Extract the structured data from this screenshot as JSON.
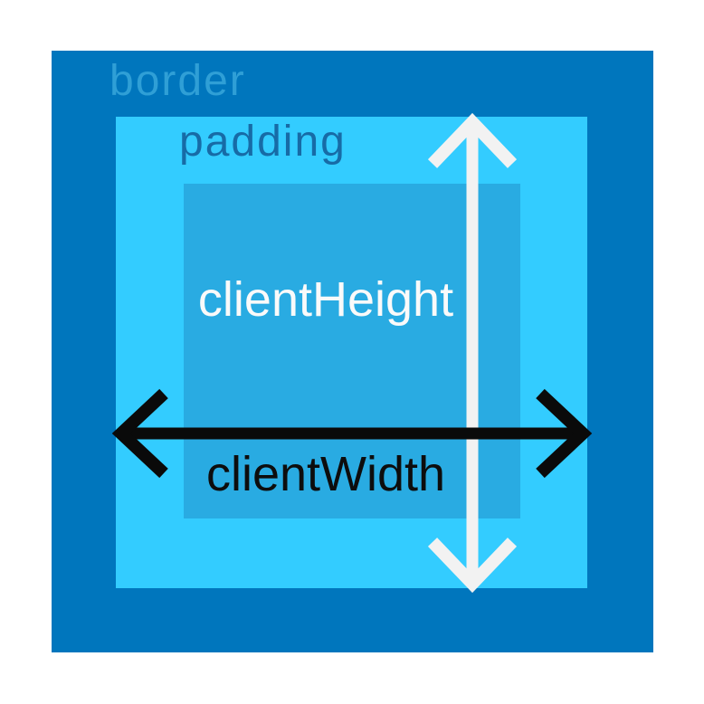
{
  "diagram": {
    "labels": {
      "border": "border",
      "padding": "padding",
      "client_height": "clientHeight",
      "client_width": "clientWidth"
    },
    "colors": {
      "page_bg": "#ffffff",
      "border_box": "#0076bd",
      "padding_box": "#33ccff",
      "content_box": "#29abe2",
      "border_label": "#2f9fd6",
      "padding_label": "#176ba6",
      "client_height_label": "#fafafa",
      "client_width_label": "#0d0d0d",
      "arrow_vertical": "#f2f2f2",
      "arrow_horizontal": "#0a0a0a"
    },
    "icons": {
      "client_height_arrow": "double-headed-vertical-arrow",
      "client_width_arrow": "double-headed-horizontal-arrow"
    }
  }
}
